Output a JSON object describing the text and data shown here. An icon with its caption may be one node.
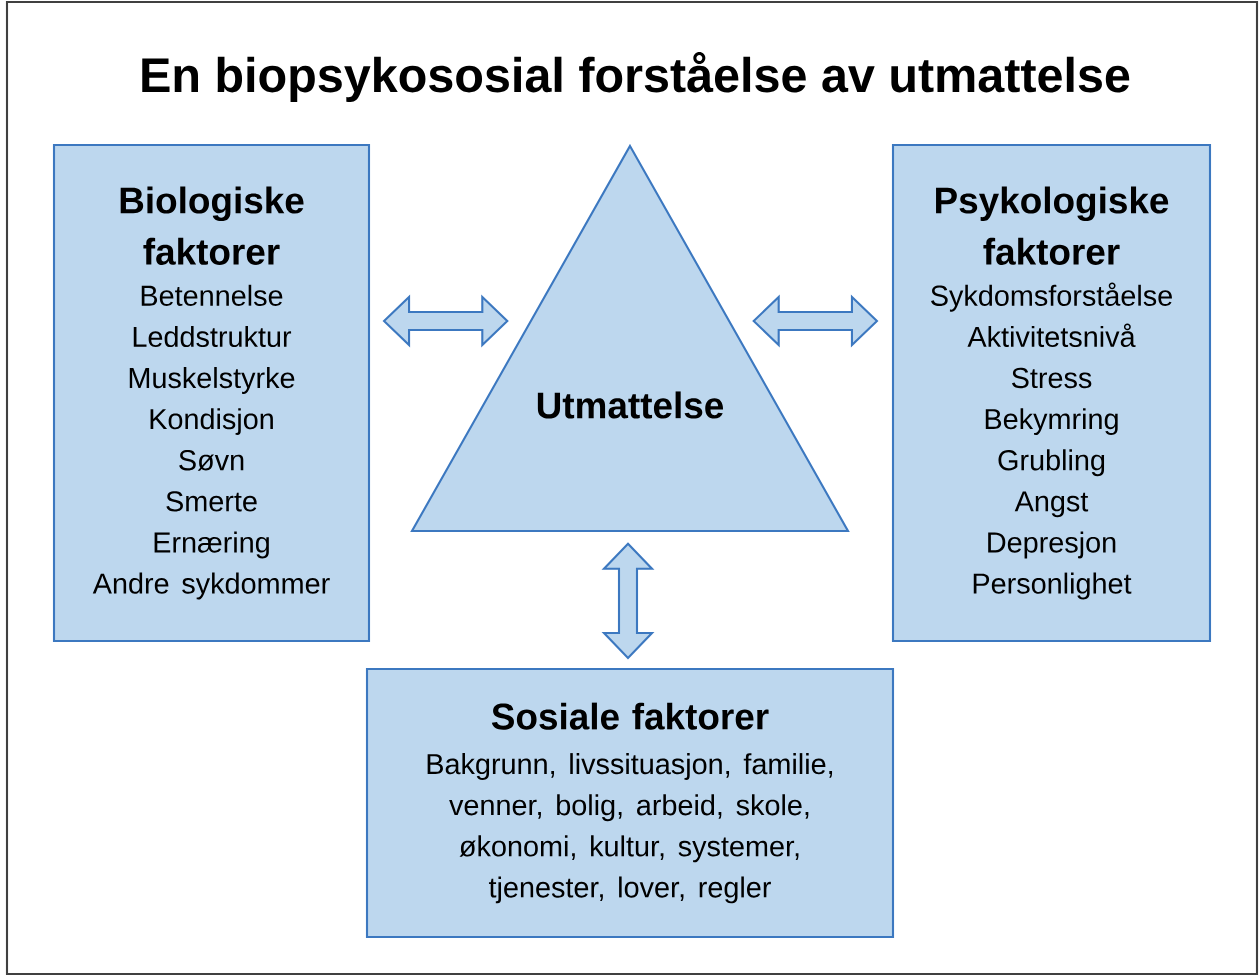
{
  "diagram": {
    "title": "En biopsykososial forståelse av utmattelse",
    "nodes": [
      {
        "text": [
          "Biologiske faktorer",
          "Betennelse",
          "Leddstruktur",
          "Muskelstyrke",
          "Kondisjon",
          "Søvn",
          "Smerte",
          "Ernæring",
          "Andre sykdommer"
        ]
      },
      {
        "text": [
          "Utmattelse"
        ]
      },
      {
        "text": [
          "Psykologiske faktorer",
          "Sykdomsforståelse",
          "Aktivitetsnivå",
          "Stress",
          "Bekymring",
          "Grubling",
          "Angst",
          "Depresjon",
          "Personlighet"
        ]
      },
      {
        "text": [
          "Sosiale faktorer",
          "Bakgrunn, livssituasjon, familie, venner, bolig, arbeid, skole, økonomi, kultur, systemer, tjenester, lover, regler"
        ]
      }
    ],
    "edges": [
      {
        "from": 0,
        "to": 1,
        "arrow": "both"
      },
      {
        "from": 1,
        "to": 2,
        "arrow": "both"
      },
      {
        "from": 1,
        "to": 3,
        "arrow": "both"
      }
    ]
  }
}
